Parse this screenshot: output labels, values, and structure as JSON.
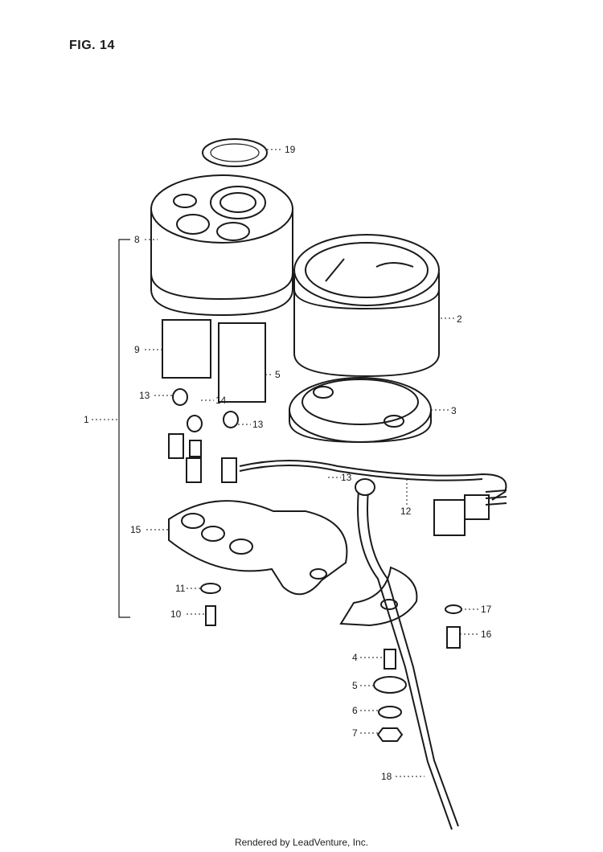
{
  "figure": {
    "title": "FIG. 14"
  },
  "footer": {
    "text": "Rendered by LeadVenture, Inc."
  },
  "callouts": [
    "1",
    "2",
    "3",
    "4",
    "5",
    "6",
    "7",
    "8",
    "9",
    "10",
    "11",
    "12",
    "13",
    "14",
    "15",
    "16",
    "17",
    "18",
    "19"
  ],
  "callouts_secondary": {
    "s": "5",
    "b": "13",
    "c": "13"
  }
}
